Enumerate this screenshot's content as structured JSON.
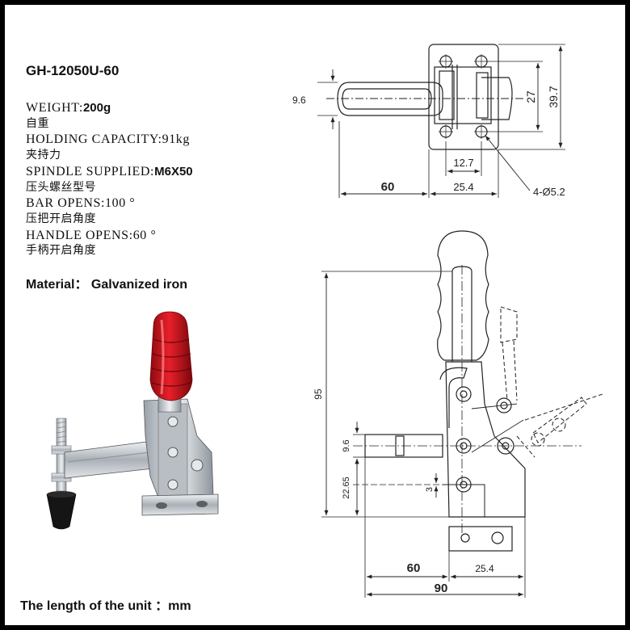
{
  "product": {
    "model": "GH-12050U-60"
  },
  "specs": {
    "weight_label": "WEIGHT:",
    "weight_value": "200g",
    "weight_cn": "自重",
    "holding_label": "HOLDING CAPACITY:",
    "holding_value": "91kg",
    "holding_cn": "夹持力",
    "spindle_label": "SPINDLE SUPPLIED:",
    "spindle_value": "M6X50",
    "spindle_cn": "压头螺丝型号",
    "bar_label": "BAR OPENS:",
    "bar_value": "100 °",
    "bar_cn": "压把开启角度",
    "handle_label": "HANDLE OPENS:",
    "handle_value": "60 °",
    "handle_cn": "手柄开启角度"
  },
  "material": "Material： Galvanized iron",
  "unit_note": "The length of the unit ：mm",
  "top_view": {
    "dim_height_bar": "9.6",
    "dim_hole_spacing_v": "27",
    "dim_base_height": "39.7",
    "dim_hole_spacing_h": "12.7",
    "dim_arm": "60",
    "dim_base": "25.4",
    "dim_holes": "4-Ø5.2"
  },
  "side_view": {
    "dim_total_height": "95",
    "dim_bar_height": "9.6",
    "dim_pivot": "22.65",
    "dim_offset": "3",
    "dim_arm": "60",
    "dim_base": "25.4",
    "dim_total_length": "90"
  },
  "colors": {
    "handle_grip": "#d0121b",
    "metal": "#c9ced3",
    "line": "#222222"
  }
}
